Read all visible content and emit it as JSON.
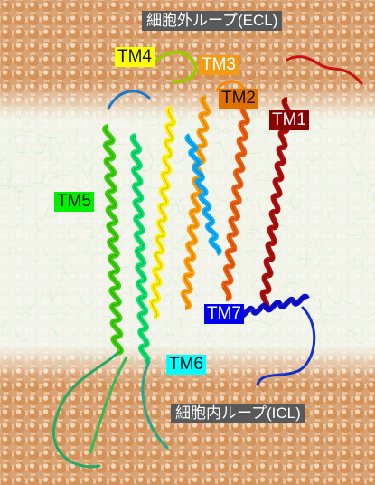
{
  "regions": {
    "ecl": "細胞外ループ(ECL)",
    "icl": "細胞内ループ(ICL)"
  },
  "helices": [
    {
      "id": "tm1",
      "label": "TM1",
      "bg": "#8b0000",
      "fg": "#ffffff"
    },
    {
      "id": "tm2",
      "label": "TM2",
      "bg": "#e07000",
      "fg": "#111111"
    },
    {
      "id": "tm3",
      "label": "TM3",
      "bg": "#f39c12",
      "fg": "#ffffff"
    },
    {
      "id": "tm4",
      "label": "TM4",
      "bg": "#ffff00",
      "fg": "#111111"
    },
    {
      "id": "tm5",
      "label": "TM5",
      "bg": "#00ee00",
      "fg": "#111111"
    },
    {
      "id": "tm6",
      "label": "TM6",
      "bg": "#00ffff",
      "fg": "#111111"
    },
    {
      "id": "tm7",
      "label": "TM7",
      "bg": "#0000ee",
      "fg": "#ffffff"
    }
  ],
  "colors": {
    "membrane": "#b8e6b8",
    "solvent": "#d9a06b",
    "rainbow": [
      "#0000cc",
      "#00aaff",
      "#00dd66",
      "#33cc00",
      "#ffee00",
      "#ff9900",
      "#ee5500",
      "#aa0000"
    ]
  }
}
